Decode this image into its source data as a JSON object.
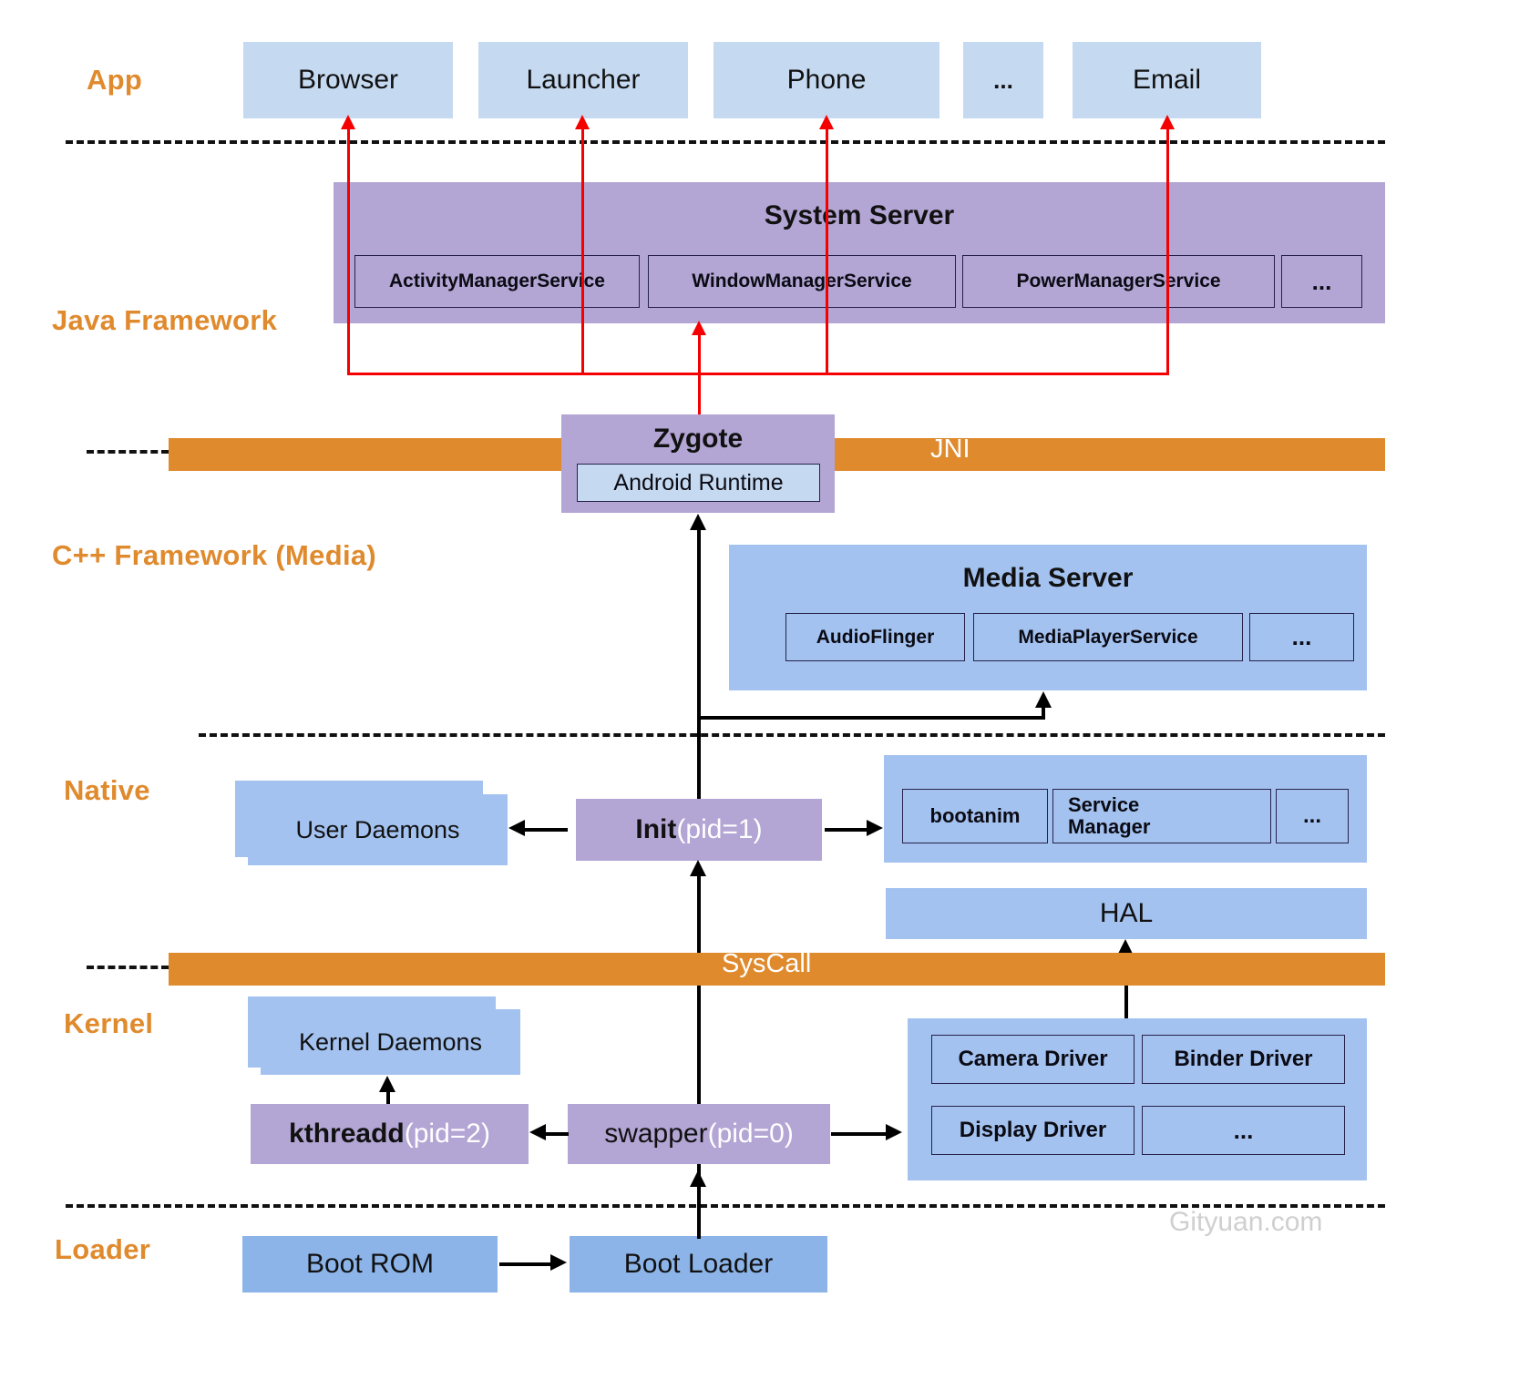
{
  "diagram": {
    "title": "Android System Architecture / Boot Process",
    "watermark": "Gityuan.com",
    "colors": {
      "layer_label": "#E08A2E",
      "app_box": "#C5D9F1",
      "blue_box": "#A3C2F0",
      "purple_box": "#B3A5D4",
      "orange_bar": "#E08A2E",
      "red_arrow": "#F50000",
      "black_arrow": "#000000"
    }
  },
  "layers": [
    {
      "label": "App"
    },
    {
      "label": "Java Framework"
    },
    {
      "label": "C++ Framework (Media)"
    },
    {
      "label": "Native"
    },
    {
      "label": "Kernel"
    },
    {
      "label": "Loader"
    }
  ],
  "app_row": {
    "items": [
      {
        "label": "Browser"
      },
      {
        "label": "Launcher"
      },
      {
        "label": "Phone"
      },
      {
        "label": "..."
      },
      {
        "label": "Email"
      }
    ]
  },
  "system_server": {
    "title": "System Server",
    "services": [
      {
        "label": "ActivityManagerService"
      },
      {
        "label": "WindowManagerService"
      },
      {
        "label": "PowerManagerService"
      },
      {
        "label": "..."
      }
    ]
  },
  "jni_bar": {
    "label": "JNI"
  },
  "zygote": {
    "title": "Zygote",
    "runtime": "Android Runtime"
  },
  "media_server": {
    "title": "Media Server",
    "services": [
      {
        "label": "AudioFlinger"
      },
      {
        "label": "MediaPlayerService"
      },
      {
        "label": "..."
      }
    ]
  },
  "native_row": {
    "user_daemons": {
      "label": "User Daemons"
    },
    "init": {
      "name": "Init",
      "pid": "(pid=1)"
    },
    "native_services": [
      {
        "label": "bootanim"
      },
      {
        "label": "Service Manager"
      },
      {
        "label": "..."
      }
    ]
  },
  "hal": {
    "label": "HAL"
  },
  "syscall_bar": {
    "label": "SysCall"
  },
  "kernel_row": {
    "kernel_daemons": {
      "label": "Kernel Daemons"
    },
    "kthreadd": {
      "name": "kthreadd",
      "pid": "(pid=2)"
    },
    "swapper": {
      "name": "swapper",
      "pid": "(pid=0)"
    },
    "drivers": [
      {
        "label": "Camera Driver"
      },
      {
        "label": "Binder Driver"
      },
      {
        "label": "Display Driver"
      },
      {
        "label": "..."
      }
    ]
  },
  "loader_row": {
    "boot_rom": {
      "label": "Boot  ROM"
    },
    "boot_loader": {
      "label": "Boot Loader"
    }
  }
}
